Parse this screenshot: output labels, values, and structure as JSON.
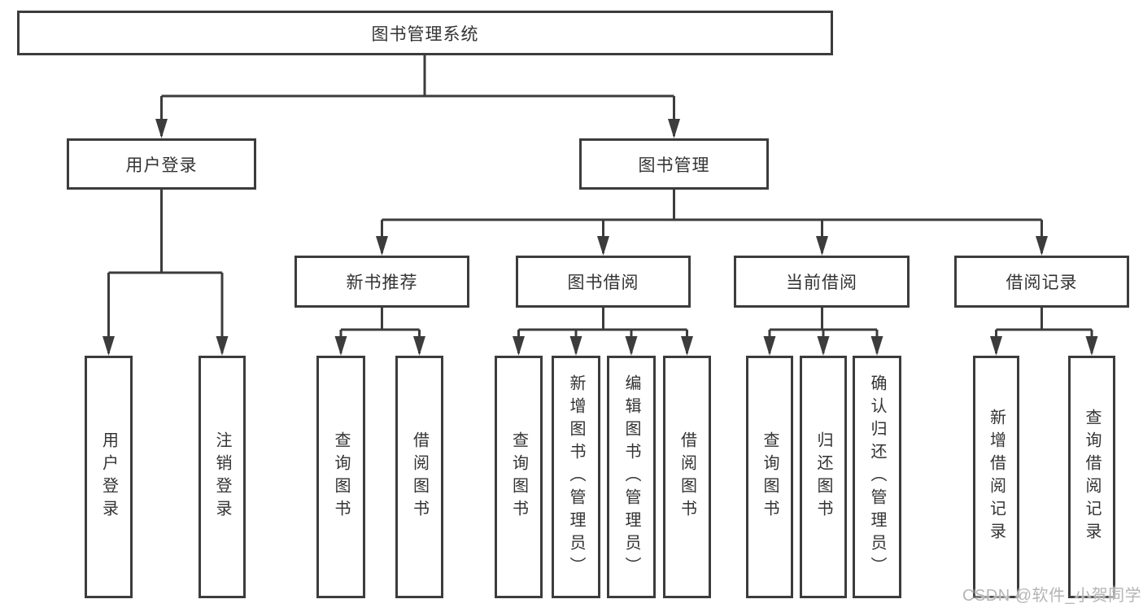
{
  "diagram": {
    "title": "图书管理系统",
    "nodes": {
      "root": "图书管理系统",
      "user_login_group": "用户登录",
      "book_mgmt": "图书管理",
      "new_book_rec": "新书推荐",
      "book_borrow": "图书借阅",
      "current_borrow": "当前借阅",
      "borrow_records": "借阅记录",
      "leaf_user_login": "用户登录",
      "leaf_logout": "注销登录",
      "leaf_nbr_query_book": "查询图书",
      "leaf_nbr_borrow_book": "借阅图书",
      "leaf_bb_query_book": "查询图书",
      "leaf_bb_add_book": "新增图书（管理员）",
      "leaf_bb_edit_book": "编辑图书（管理员）",
      "leaf_bb_borrow_book": "借阅图书",
      "leaf_cb_query_book": "查询图书",
      "leaf_cb_return_book": "归还图书",
      "leaf_cb_confirm_return": "确认归还（管理员）",
      "leaf_br_add_record": "新增借阅记录",
      "leaf_br_query_record": "查询借阅记录"
    }
  },
  "watermark": "CSDN @软件_小贺同学",
  "colors": {
    "line": "#3c3c3c",
    "box_border": "#3c3c3c",
    "text": "#333333",
    "watermark": "#b5b5b5",
    "background": "#ffffff"
  }
}
